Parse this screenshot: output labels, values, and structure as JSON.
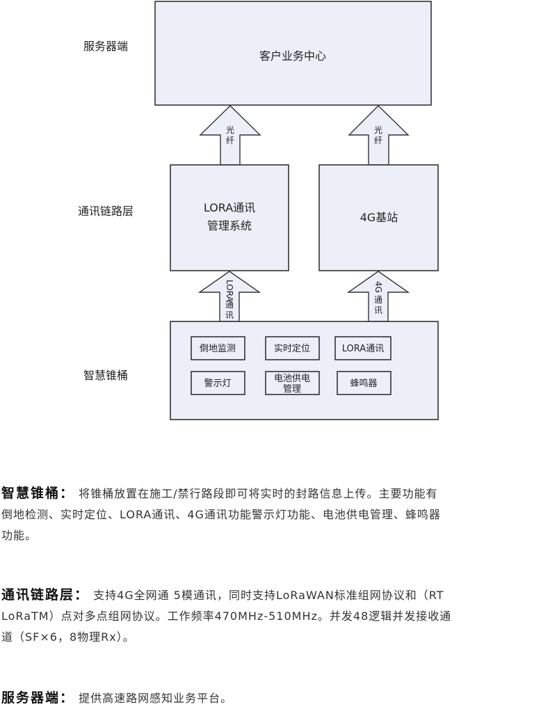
{
  "diagram": {
    "side_labels": {
      "server": "服务器端",
      "comm": "通讯链路层",
      "bucket": "智慧锥桶"
    },
    "server_box": "客户业务中心",
    "lora_box": [
      "LORA通讯",
      "管理系统"
    ],
    "base_box": "4G基站",
    "arrow_fiber": [
      "光",
      "纤"
    ],
    "arrow_lora": [
      "LORA",
      "通",
      "讯"
    ],
    "arrow_4g": [
      "4G",
      "通",
      "讯"
    ],
    "modules": {
      "tilt": "倒地监测",
      "location": "实时定位",
      "lora": "LORA通讯",
      "light": "警示灯",
      "battery": [
        "电池供电",
        "管理"
      ],
      "buzzer": "蜂鸣器"
    }
  },
  "descriptions": [
    {
      "head": "智慧锥桶：",
      "lines": [
        " 将锥桶放置在施工/禁行路段即可将实时的封路信息上传。主要功能有",
        "倒地检测、实时定位、LORA通讯、4G通讯功能警示灯功能、电池供电管理、蜂鸣器",
        "功能。"
      ]
    },
    {
      "head": "通讯链路层：",
      "lines": [
        " 支持4G全网通 5模通讯，同时支持LoRaWAN标准组网协议和（RT",
        "LoRaTM）点对多点组网协议。工作频率470MHz-510MHz。并发48逻辑并发接收通",
        "道（SF×6，8物理Rx）。"
      ]
    },
    {
      "head": "服务器端：",
      "lines": [
        " 提供高速路网感知业务平台。"
      ]
    }
  ]
}
